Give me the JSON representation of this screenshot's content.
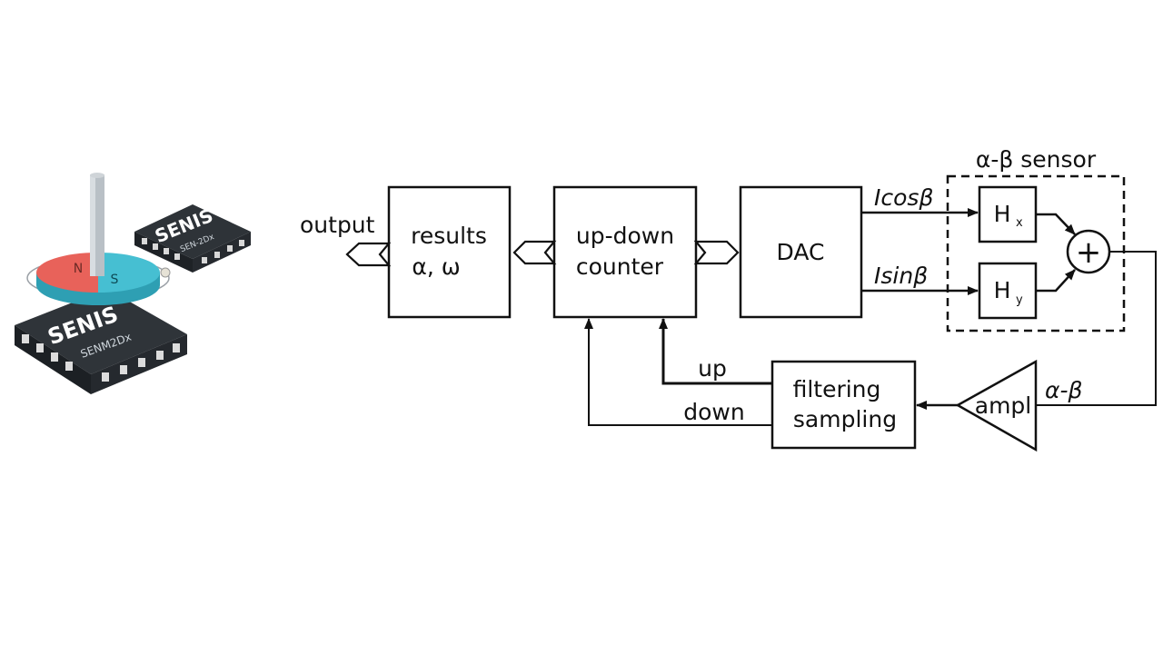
{
  "chip_large": {
    "brand": "SENIS",
    "model": "SENM2Dx"
  },
  "chip_small": {
    "brand": "SENIS",
    "model": "SEN-2Dx"
  },
  "magnet": {
    "north": "N",
    "south": "S"
  },
  "labels": {
    "output": "output",
    "sensor_group": "α-β sensor",
    "icos": "Icosβ",
    "isin": "Isinβ",
    "up": "up",
    "down": "down",
    "alpha_beta": "α-β"
  },
  "blocks": {
    "results": [
      "results",
      "α, ω"
    ],
    "counter": [
      "up-down",
      "counter"
    ],
    "dac": [
      "DAC"
    ],
    "hx": {
      "main": "H",
      "sub": "x"
    },
    "hy": {
      "main": "H",
      "sub": "y"
    },
    "filter": [
      "filtering",
      "sampling"
    ],
    "ampl": "ampl",
    "sum": "+"
  }
}
